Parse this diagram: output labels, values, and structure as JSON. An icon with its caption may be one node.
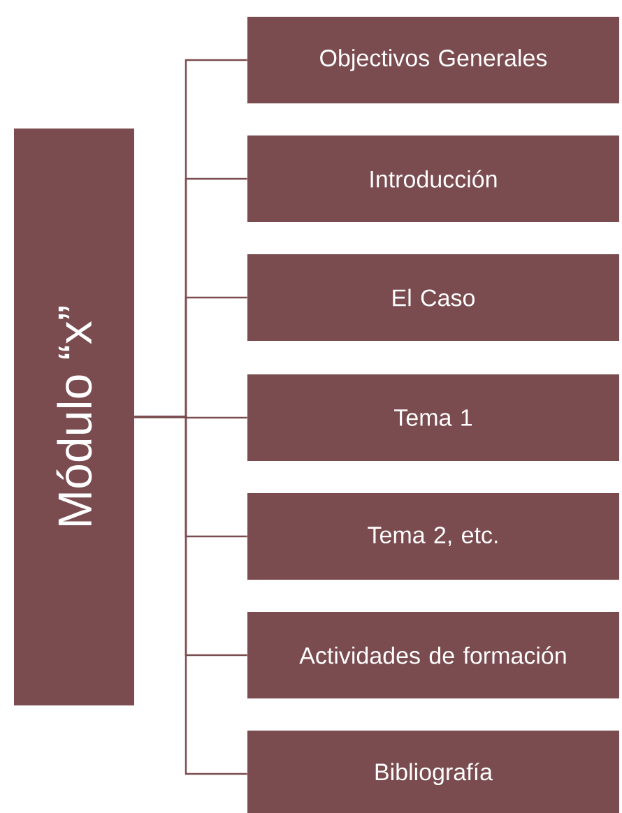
{
  "diagram": {
    "nodes": [
      {
        "text": [
          "Módulo “x”"
        ]
      },
      {
        "text": [
          "Objectivos Generales"
        ]
      },
      {
        "text": [
          "Introducción"
        ]
      },
      {
        "text": [
          "El Caso"
        ]
      },
      {
        "text": [
          "Tema 1"
        ]
      },
      {
        "text": [
          "Tema 2, etc."
        ]
      },
      {
        "text": [
          "Actividades de formación"
        ]
      },
      {
        "text": [
          "Bibliografía"
        ]
      }
    ],
    "edges": [
      {
        "from": 0,
        "to": 1,
        "arrow": "none"
      },
      {
        "from": 0,
        "to": 2,
        "arrow": "none"
      },
      {
        "from": 0,
        "to": 3,
        "arrow": "none"
      },
      {
        "from": 0,
        "to": 4,
        "arrow": "none"
      },
      {
        "from": 0,
        "to": 5,
        "arrow": "none"
      },
      {
        "from": 0,
        "to": 6,
        "arrow": "none"
      },
      {
        "from": 0,
        "to": 7,
        "arrow": "none"
      }
    ]
  }
}
